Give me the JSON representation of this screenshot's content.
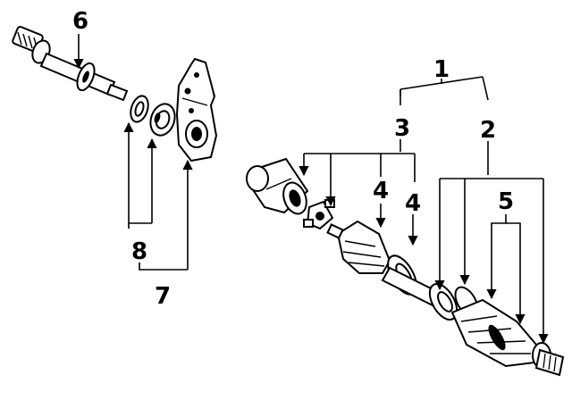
{
  "colors": {
    "ink": "#000000",
    "paper": "#ffffff"
  },
  "callouts": {
    "c1": "1",
    "c2": "2",
    "c3": "3",
    "c4a": "4",
    "c4b": "4",
    "c5": "5",
    "c6": "6",
    "c7": "7",
    "c8": "8"
  }
}
